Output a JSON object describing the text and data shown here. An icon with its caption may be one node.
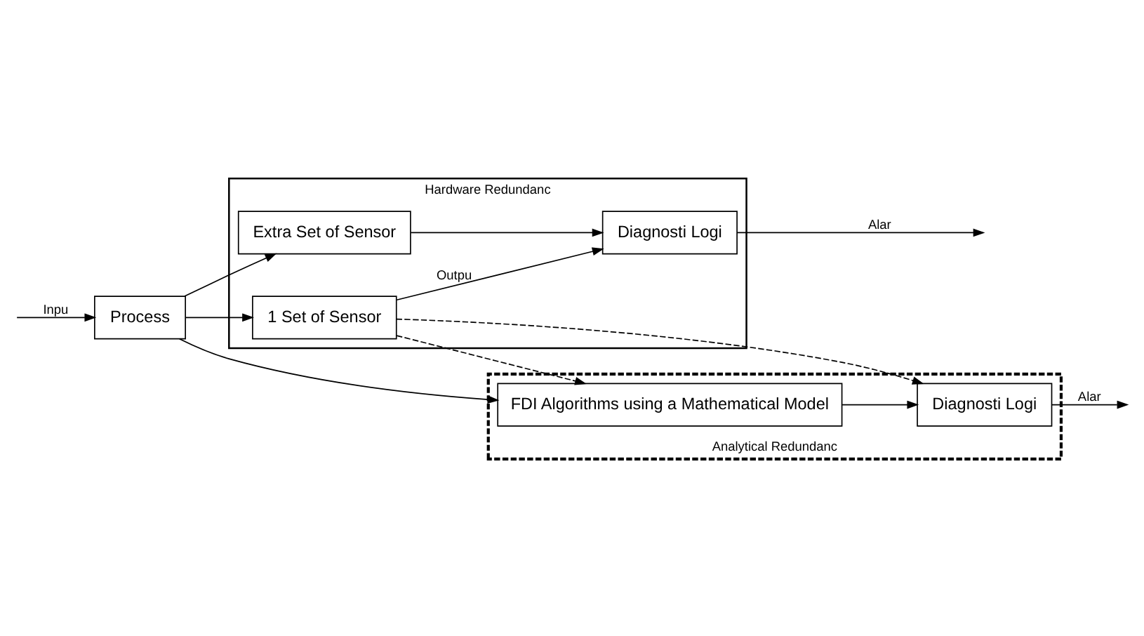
{
  "diagram": {
    "nodes": [
      {
        "text": [
          "Hardware Redundanc"
        ]
      },
      {
        "text": [
          "Extra Set of Sensor"
        ],
        "in": 0
      },
      {
        "text": [
          "Process"
        ]
      },
      {
        "text": [
          "1 Set of Sensor"
        ],
        "in": 0
      },
      {
        "text": [
          "Diagnosti Logi"
        ],
        "in": 0
      },
      {
        "text": [
          "Analytical Redundanc"
        ]
      },
      {
        "text": [
          "FDI Algorithms using a Mathematical Model"
        ],
        "in": 5
      },
      {
        "text": [
          "Diagnosti Logi"
        ],
        "in": 5
      }
    ],
    "edges": [
      {
        "from": null,
        "to": 2,
        "arrow": "to",
        "label": "Inpu"
      },
      {
        "from": 2,
        "to": 1,
        "arrow": "to"
      },
      {
        "from": 2,
        "to": 3,
        "arrow": "to"
      },
      {
        "from": 1,
        "to": 4,
        "arrow": "to"
      },
      {
        "from": 3,
        "to": 4,
        "arrow": "to",
        "label": "Outpu"
      },
      {
        "from": 4,
        "to": null,
        "arrow": "to",
        "label": "Alar"
      },
      {
        "from": 3,
        "to": 6,
        "arrow": "to",
        "style": "dashed"
      },
      {
        "from": 3,
        "to": 7,
        "arrow": "to",
        "style": "dashed"
      },
      {
        "from": 2,
        "to": 6,
        "arrow": "to"
      },
      {
        "from": 6,
        "to": 7,
        "arrow": "to"
      },
      {
        "from": 7,
        "to": null,
        "arrow": "to",
        "label": "Alar"
      }
    ]
  }
}
